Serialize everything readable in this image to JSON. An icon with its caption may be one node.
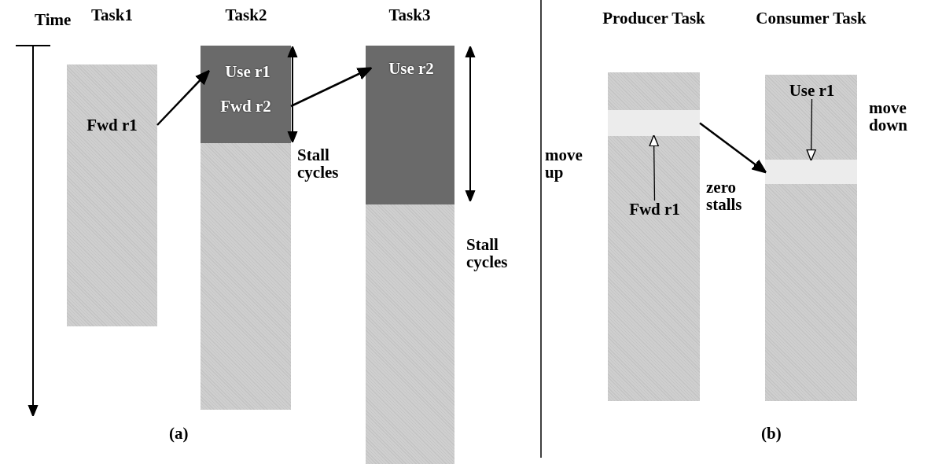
{
  "diagram": {
    "nodes": [
      {
        "text": [
          "Task1"
        ]
      },
      {
        "text": [
          "Fwd r1"
        ],
        "in": 0
      },
      {
        "text": [
          "Task2"
        ]
      },
      {
        "text": [
          "Use r1"
        ],
        "in": 2
      },
      {
        "text": [
          "Fwd r2"
        ],
        "in": 2
      },
      {
        "text": [
          "Task3"
        ]
      },
      {
        "text": [
          "Use r2"
        ],
        "in": 5
      },
      {
        "text": [
          "Producer Task"
        ]
      },
      {
        "text": [],
        "shape": "bar",
        "in": 7
      },
      {
        "text": [
          "Fwd r1"
        ],
        "in": 7
      },
      {
        "text": [
          "Consumer Task"
        ]
      },
      {
        "text": [
          "Use r1"
        ],
        "in": 10
      },
      {
        "text": [],
        "shape": "bar",
        "in": 10
      }
    ],
    "edges": [
      {
        "from": 1,
        "to": 3,
        "arrow": "to"
      },
      {
        "from": 4,
        "to": 6,
        "arrow": "to"
      },
      {
        "from": 8,
        "to": 12,
        "arrow": "to",
        "label": "zero stalls"
      },
      {
        "from": 9,
        "to": 8,
        "arrow": "to"
      },
      {
        "from": 11,
        "to": 12,
        "arrow": "to"
      }
    ],
    "labels": [
      "Time",
      "Stall cycles",
      "Stall cycles",
      "(a)",
      "move up",
      "move down",
      "(b)"
    ]
  }
}
